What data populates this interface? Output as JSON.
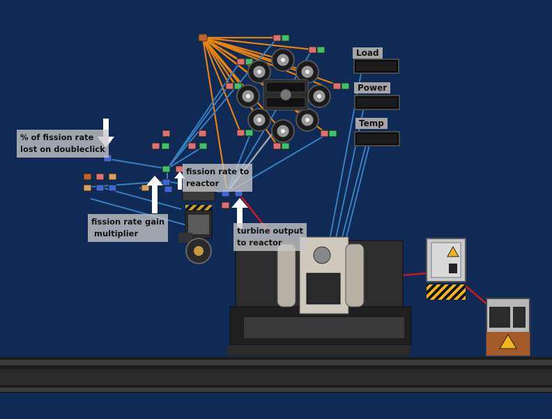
{
  "annotations": {
    "fission_loss": "% of fission rate\nlost on doubleclick",
    "fission_to_reactor": "fission rate to\nreactor",
    "fission_gain": "fission rate gain\n multiplier",
    "turbine_output": "turbine output\nto reactor"
  },
  "displays": {
    "load": "Load",
    "power": "Power",
    "temp": "Temp"
  },
  "colors": {
    "background": "#0f2a55",
    "wire_orange": "#e8820c",
    "wire_blue": "#3a7fc0",
    "wire_red": "#d01818",
    "wire_grey": "#9aa4b0",
    "arrow": "#ffffff"
  },
  "icons": {
    "component_small": "circuit-component-icon",
    "warning": "hazard-warning-icon",
    "turbine": "turbine-fan-icon"
  }
}
